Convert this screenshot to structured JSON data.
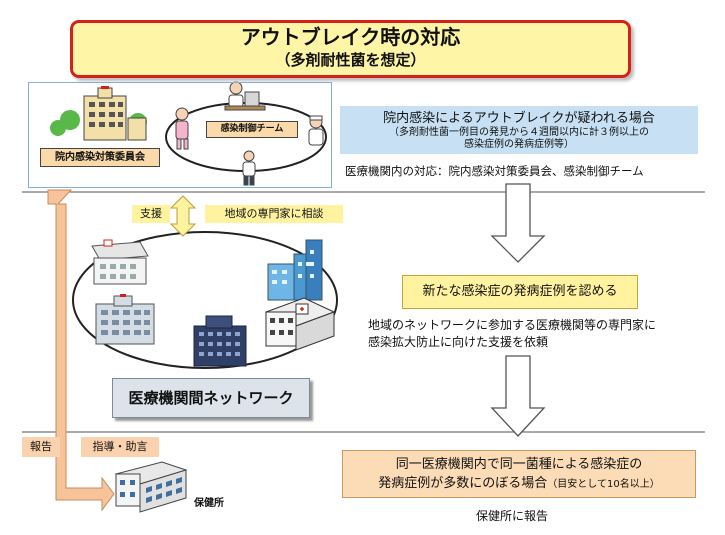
{
  "title": {
    "main": "アウトブレイク時の対応",
    "sub": "（多剤耐性菌を想定）"
  },
  "committee": {
    "label": "院内感染対策委員会",
    "team_label": "感染制御チーム"
  },
  "support": {
    "left": "支援",
    "right": "地域の専門家に相談"
  },
  "network": {
    "label": "医療機関間ネットワーク"
  },
  "side": {
    "report": "報告",
    "guidance": "指導・助言",
    "public_health_center": "保健所"
  },
  "steps": [
    {
      "main": "院内感染によるアウトブレイクが疑われる場合",
      "sub1": "（多剤耐性菌一例目の発見から４週間以内に計３例以上の",
      "sub2": "感染症例の発病症例等）",
      "note": "医療機関内の対応：院内感染対策委員会、感染制御チーム"
    },
    {
      "main": "新たな感染症の発病症例を認める",
      "note1": "地域のネットワークに参加する医療機関等の専門家に",
      "note2": "感染拡大防止に向けた支援を依頼"
    },
    {
      "main1": "同一医療機関内で同一菌種による感染症の",
      "main2": "発病症例が多数にのぼる場合",
      "main2_small": "（目安として10名以上）",
      "note": "保健所に報告"
    }
  ],
  "colors": {
    "title_border": "#d8201a",
    "title_fill": "#fef6a6",
    "blue_fill": "#c7e0f3",
    "yellow_fill": "#fff3a0",
    "orange_fill": "#fcdcb6",
    "peach_arrow": "#f7c39a"
  }
}
